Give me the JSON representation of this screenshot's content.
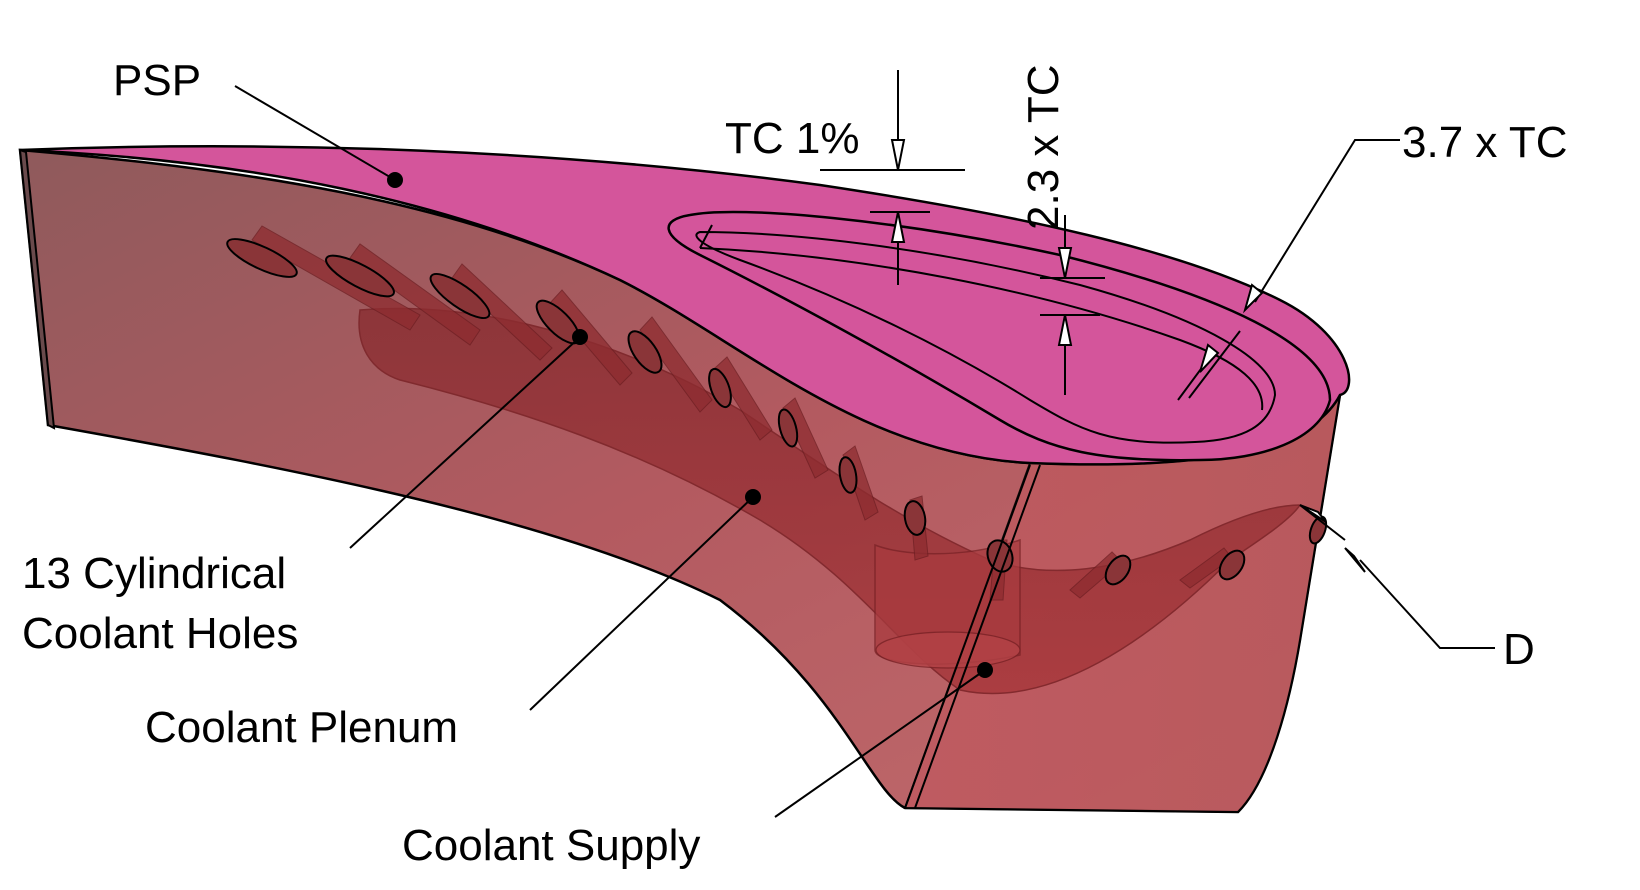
{
  "labels": {
    "psp": "PSP",
    "tc_1pct": "TC 1%",
    "tc_2_3": "2.3 x TC",
    "tc_3_7": "3.7 x TC",
    "holes_line1": "13 Cylindrical",
    "holes_line2": "Coolant Holes",
    "plenum": "Coolant Plenum",
    "supply": "Coolant Supply",
    "diameter": "D"
  },
  "colors": {
    "tip_surface": "#D4559B",
    "body_fill": "#B2585C",
    "internal_red": "#A02A2E",
    "outline": "#000000"
  }
}
